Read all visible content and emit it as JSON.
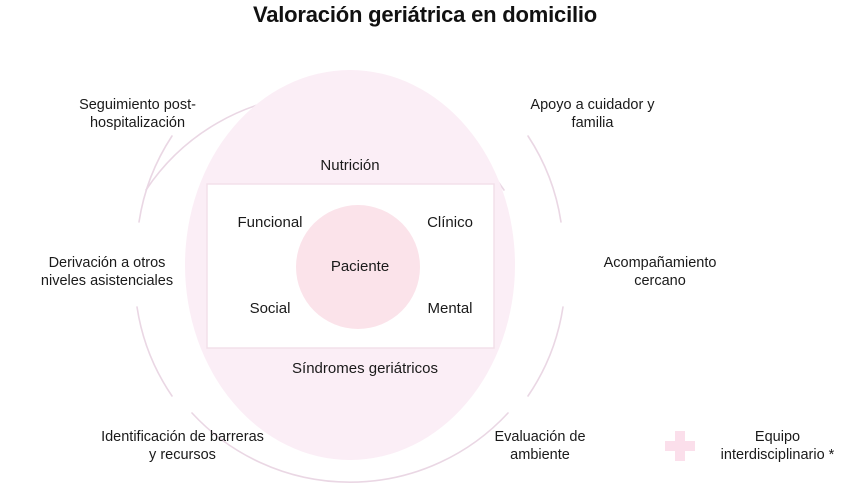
{
  "title": "Valoración geriátrica en domicilio",
  "colors": {
    "outer_ring_stroke": "#ead7e4",
    "mid_ellipse_fill": "#fbeef6",
    "inner_circle_fill": "#fbe3ea",
    "box_fill": "#ffffff",
    "box_stroke": "#f2dfe9",
    "cross_icon": "#fbdfeb",
    "text": "#1a1a1a"
  },
  "diagram": {
    "outer_ring_labels": [
      {
        "id": "seguimiento",
        "label": "Seguimiento post-\nhospitalización",
        "position": "top-left"
      },
      {
        "id": "apoyo",
        "label": "Apoyo a cuidador y\nfamilia",
        "position": "top-right"
      },
      {
        "id": "derivacion",
        "label": "Derivación a otros\nniveles asistenciales",
        "position": "left"
      },
      {
        "id": "acompanamiento",
        "label": "Acompañamiento\ncercano",
        "position": "right"
      },
      {
        "id": "identificacion",
        "label": "Identificación de barreras\ny recursos",
        "position": "bottom-left"
      },
      {
        "id": "evaluacion",
        "label": "Evaluación de\nambiente",
        "position": "bottom-right"
      }
    ],
    "mid_ring_labels": [
      {
        "id": "nutricion",
        "label": "Nutrición",
        "position": "top"
      },
      {
        "id": "sindromes",
        "label": "Síndromes geriátricos",
        "position": "bottom"
      }
    ],
    "quadrant_labels": [
      {
        "id": "funcional",
        "label": "Funcional",
        "position": "top-left"
      },
      {
        "id": "clinico",
        "label": "Clínico",
        "position": "top-right"
      },
      {
        "id": "social",
        "label": "Social",
        "position": "bottom-left"
      },
      {
        "id": "mental",
        "label": "Mental",
        "position": "bottom-right"
      }
    ],
    "center_label": "Paciente"
  },
  "legend": {
    "icon": "plus-cross-icon",
    "label": "Equipo\ninterdisciplinario *"
  }
}
